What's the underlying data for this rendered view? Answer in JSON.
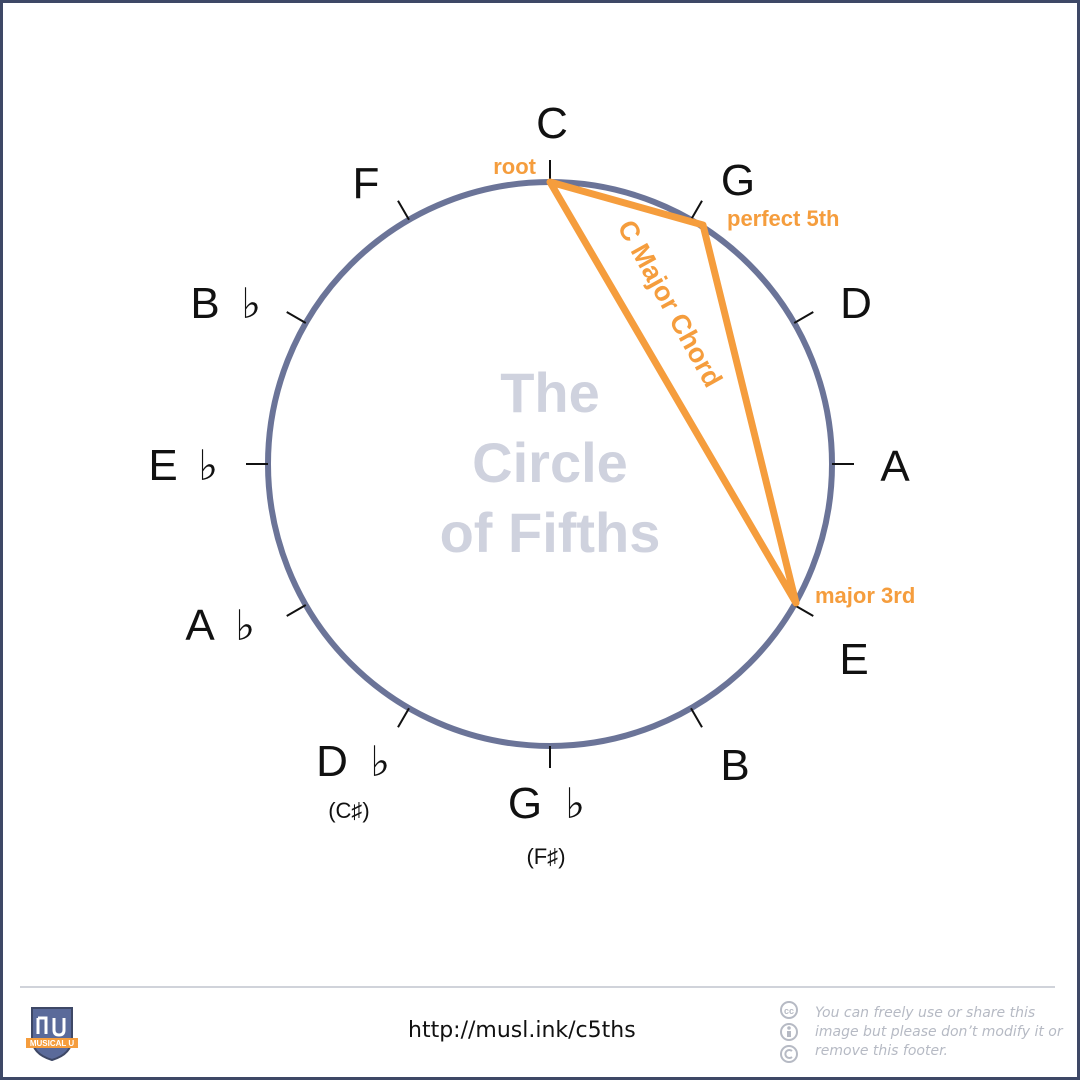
{
  "notes": [
    {
      "name": "C",
      "accidental": "",
      "enharmonic": ""
    },
    {
      "name": "G",
      "accidental": "",
      "enharmonic": ""
    },
    {
      "name": "D",
      "accidental": "",
      "enharmonic": ""
    },
    {
      "name": "A",
      "accidental": "",
      "enharmonic": ""
    },
    {
      "name": "E",
      "accidental": "",
      "enharmonic": ""
    },
    {
      "name": "B",
      "accidental": "",
      "enharmonic": ""
    },
    {
      "name": "G",
      "accidental": "♭",
      "enharmonic": "(F♯)"
    },
    {
      "name": "D",
      "accidental": "♭",
      "enharmonic": "(C♯)"
    },
    {
      "name": "A",
      "accidental": "♭",
      "enharmonic": ""
    },
    {
      "name": "E",
      "accidental": "♭",
      "enharmonic": ""
    },
    {
      "name": "B",
      "accidental": "♭",
      "enharmonic": ""
    },
    {
      "name": "F",
      "accidental": "",
      "enharmonic": ""
    }
  ],
  "center_title": [
    "The",
    "Circle",
    "of Fifths"
  ],
  "chord": {
    "label": "C Major Chord",
    "root_label": "root",
    "fifth_label": "perfect 5th",
    "third_label": "major 3rd"
  },
  "footer": {
    "url": "http://musl.ink/c5ths",
    "license": "You can freely use or share this image but please don’t modify it or remove this footer.",
    "logo_text": "MUSICAL U"
  },
  "colors": {
    "circle": "#6b7498",
    "accent": "#f59d3d",
    "title": "#cfd2de",
    "frame": "#3e4866"
  }
}
